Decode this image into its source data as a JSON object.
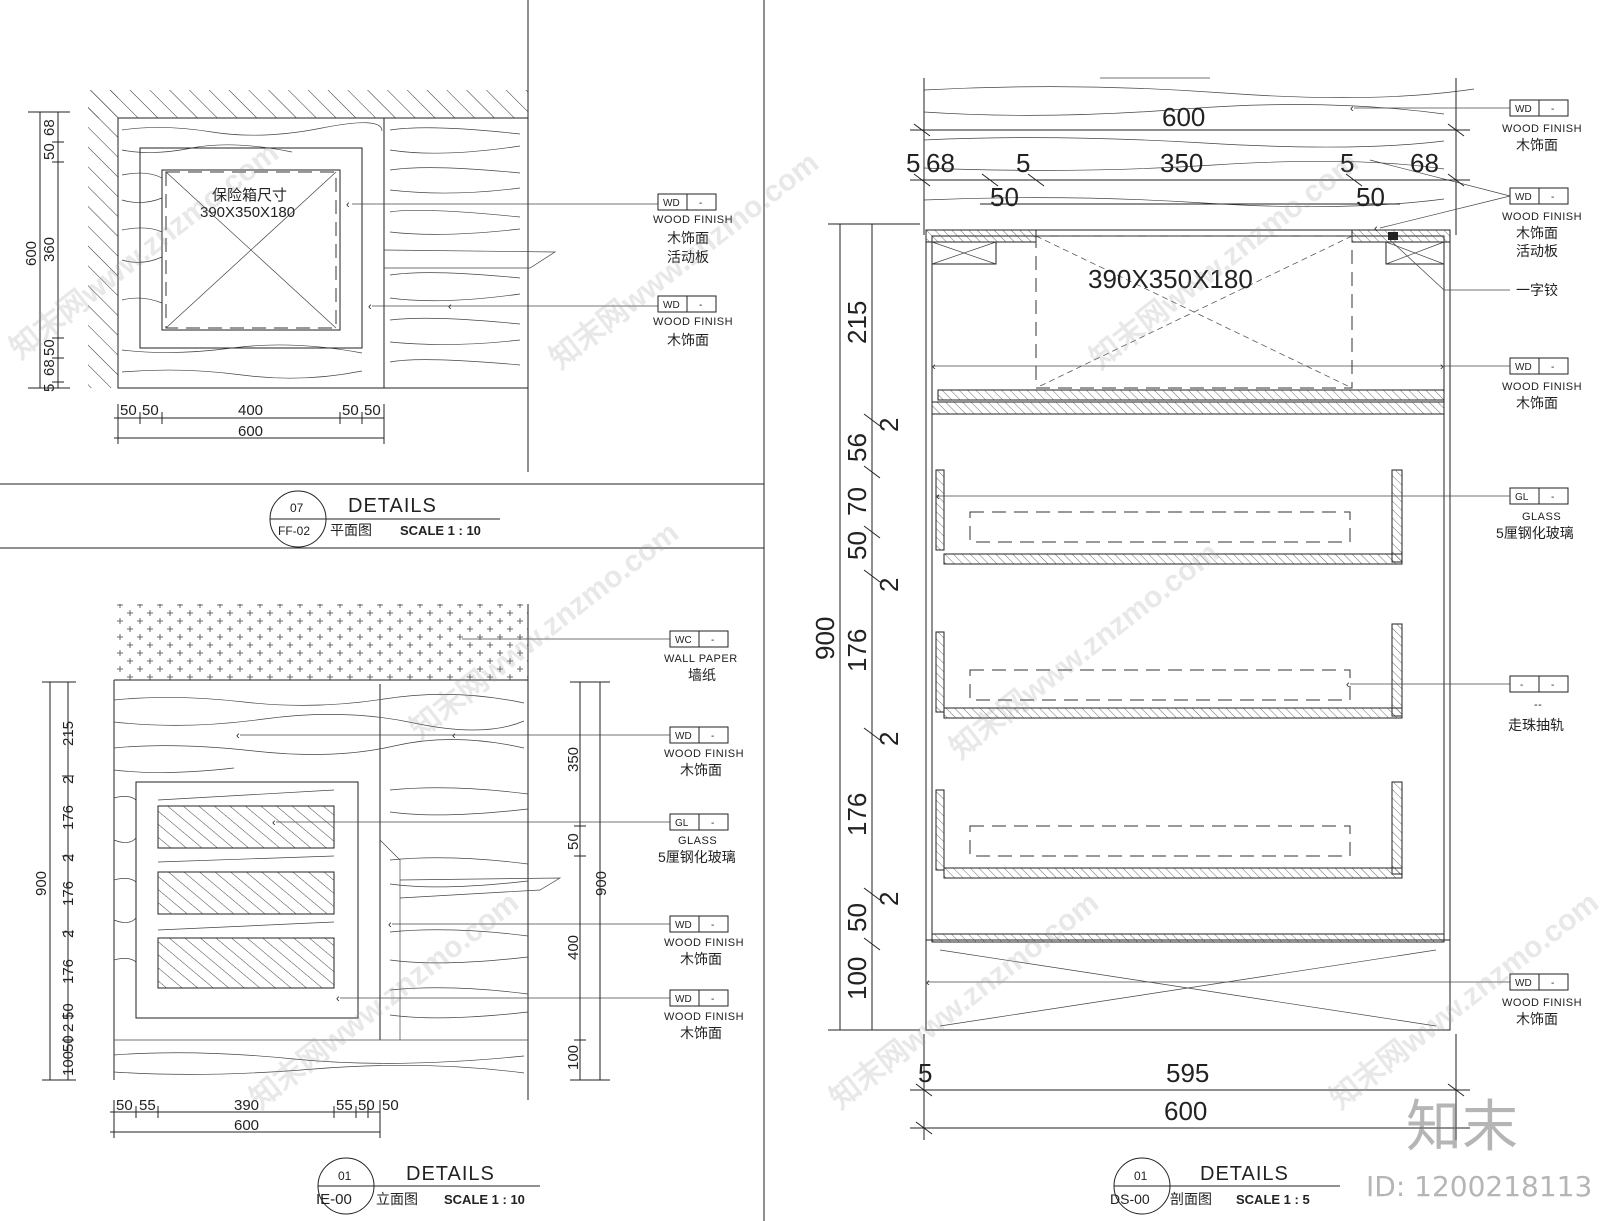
{
  "plan": {
    "safe_label": "保险箱尺寸",
    "safe_size": "390X350X180",
    "dims_left": [
      "68",
      "50",
      "360",
      "50",
      "68",
      "5"
    ],
    "dim_total_left": "600",
    "dims_bottom": [
      "50",
      "50",
      "400",
      "50",
      "50"
    ],
    "dim_total_bottom": "600",
    "tags": [
      {
        "code": "WD",
        "dash": "-",
        "sub": "WOOD FINISH",
        "cn": "木饰面",
        "cn2": "活动板"
      },
      {
        "code": "WD",
        "dash": "-",
        "sub": "WOOD FINISH",
        "cn": "木饰面",
        "cn2": ""
      }
    ],
    "title": {
      "num": "07",
      "ref": "FF-02",
      "details": "DETAILS",
      "name": "平面图",
      "scale": "SCALE 1 : 10"
    }
  },
  "elevation": {
    "dims_left": [
      "215",
      "2",
      "176",
      "2",
      "176",
      "2",
      "176",
      "50",
      "2",
      "50",
      "100"
    ],
    "dim_total_left": "900",
    "dims_right": [
      "350",
      "50",
      "400",
      "100"
    ],
    "dim_total_right": "900",
    "dims_bottom": [
      "50",
      "55",
      "390",
      "55",
      "50",
      "50"
    ],
    "dim_total_bottom": "600",
    "tags": [
      {
        "code": "WC",
        "dash": "-",
        "sub": "WALL PAPER",
        "cn": "墙纸"
      },
      {
        "code": "WD",
        "dash": "-",
        "sub": "WOOD FINISH",
        "cn": "木饰面"
      },
      {
        "code": "GL",
        "dash": "-",
        "sub": "GLASS",
        "cn": "5厘钢化玻璃"
      },
      {
        "code": "WD",
        "dash": "-",
        "sub": "WOOD FINISH",
        "cn": "木饰面"
      },
      {
        "code": "WD",
        "dash": "-",
        "sub": "WOOD FINISH",
        "cn": "木饰面"
      }
    ],
    "title": {
      "num": "01",
      "ref": "IE-00",
      "details": "DETAILS",
      "name": "立面图",
      "scale": "SCALE 1 : 10"
    }
  },
  "section": {
    "safe_size": "390X350X180",
    "dim_top_total": "600",
    "dims_top": [
      "5",
      "68",
      "5",
      "350",
      "5",
      "68"
    ],
    "dims_top2": [
      "50",
      "50"
    ],
    "dims_left": [
      "215",
      "2",
      "56",
      "70",
      "50",
      "2",
      "176",
      "2",
      "176",
      "2",
      "50",
      "100"
    ],
    "dim_total_left": "900",
    "dims_bottom": [
      "5",
      "595"
    ],
    "dim_total_bottom": "600",
    "tags": [
      {
        "code": "WD",
        "dash": "-",
        "sub": "WOOD FINISH",
        "cn": "木饰面",
        "cn2": ""
      },
      {
        "code": "WD",
        "dash": "-",
        "sub": "WOOD FINISH",
        "cn": "木饰面",
        "cn2": "活动板"
      },
      {
        "code": "",
        "dash": "",
        "sub": "",
        "cn": "一字铰",
        "cn2": ""
      },
      {
        "code": "WD",
        "dash": "-",
        "sub": "WOOD FINISH",
        "cn": "木饰面",
        "cn2": ""
      },
      {
        "code": "GL",
        "dash": "-",
        "sub": "GLASS",
        "cn": "5厘钢化玻璃",
        "cn2": ""
      },
      {
        "code": "-",
        "dash": "-",
        "sub": "--",
        "cn": "走珠抽轨",
        "cn2": ""
      },
      {
        "code": "WD",
        "dash": "-",
        "sub": "WOOD FINISH",
        "cn": "木饰面",
        "cn2": ""
      }
    ],
    "title": {
      "num": "01",
      "ref": "DS-00",
      "details": "DETAILS",
      "name": "剖面图",
      "scale": "SCALE 1 : 5"
    }
  },
  "watermark": {
    "brand": "知末",
    "id": "ID: 1200218113",
    "text": "知末网www.znzmo.com"
  }
}
